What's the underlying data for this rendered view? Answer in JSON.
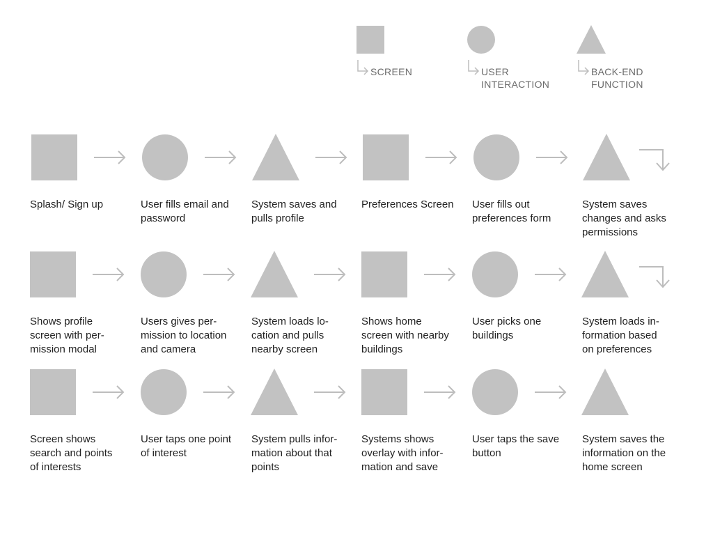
{
  "colors": {
    "shape_fill": "#c2c2c2",
    "arrow_stroke": "#bdbdbd",
    "legend_text": "#6b6b6b",
    "label_text": "#222222"
  },
  "legend": [
    {
      "shape": "square",
      "label": "SCREEN"
    },
    {
      "shape": "circle",
      "label": "USER\nINTERACTION"
    },
    {
      "shape": "triangle",
      "label": "BACK-END\nFUNCTION"
    }
  ],
  "rows": [
    {
      "steps": [
        {
          "shape": "square",
          "label": "Splash/ Sign up"
        },
        {
          "shape": "circle",
          "label": "User fills email and\npassword"
        },
        {
          "shape": "triangle",
          "label": "System saves and\npulls profile"
        },
        {
          "shape": "square",
          "label": "Preferences Screen"
        },
        {
          "shape": "circle",
          "label": "User fills out\npreferences form"
        },
        {
          "shape": "triangle",
          "label": "System saves\nchanges and asks\npermissions"
        }
      ],
      "continues": true
    },
    {
      "steps": [
        {
          "shape": "square",
          "label": "Shows profile\nscreen with per-\nmission modal"
        },
        {
          "shape": "circle",
          "label": "Users gives per-\nmission to location\nand camera"
        },
        {
          "shape": "triangle",
          "label": "System loads lo-\ncation and pulls\nnearby screen"
        },
        {
          "shape": "square",
          "label": "Shows home\nscreen with nearby\nbuildings"
        },
        {
          "shape": "circle",
          "label": "User picks one\nbuildings"
        },
        {
          "shape": "triangle",
          "label": "System loads in-\nformation based\non preferences"
        }
      ],
      "continues": true
    },
    {
      "steps": [
        {
          "shape": "square",
          "label": "Screen shows\nsearch and points\nof interests"
        },
        {
          "shape": "circle",
          "label": "User taps one point\nof interest"
        },
        {
          "shape": "triangle",
          "label": "System pulls infor-\nmation about that\npoints"
        },
        {
          "shape": "square",
          "label": "Systems shows\noverlay with infor-\nmation and save"
        },
        {
          "shape": "circle",
          "label": "User taps the save\nbutton"
        },
        {
          "shape": "triangle",
          "label": "System saves the\ninformation on the\nhome screen"
        }
      ],
      "continues": false
    }
  ]
}
